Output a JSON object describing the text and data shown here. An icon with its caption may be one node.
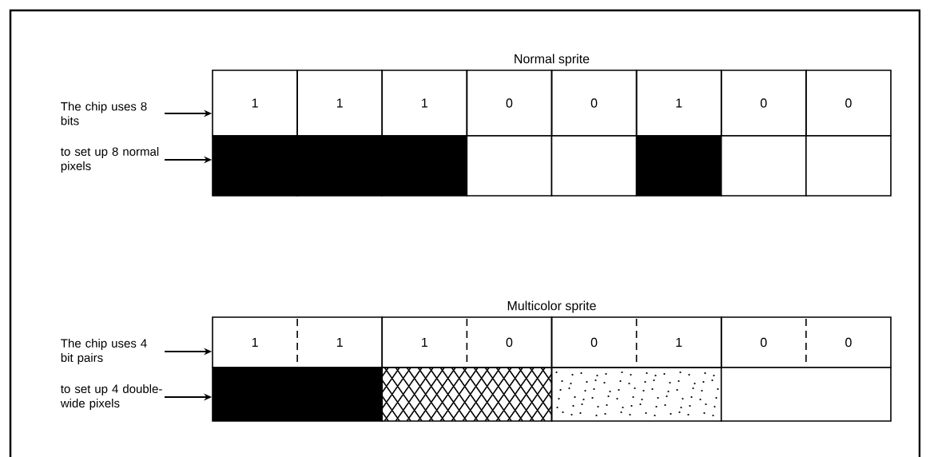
{
  "diagram": {
    "nodes": [
      {
        "text": [
          "The chip uses 8 bits"
        ]
      },
      {
        "text": [
          "1"
        ]
      },
      {
        "text": [
          "1"
        ]
      },
      {
        "text": [
          "1"
        ]
      },
      {
        "text": [
          "0"
        ]
      },
      {
        "text": [
          "0"
        ]
      },
      {
        "text": [
          "1"
        ]
      },
      {
        "text": [
          "0"
        ]
      },
      {
        "text": [
          "0"
        ]
      },
      {
        "text": [
          "to set up 8 normal pixels"
        ]
      },
      {
        "text": [],
        "shape": "box"
      },
      {
        "text": [],
        "shape": "box"
      },
      {
        "text": [],
        "shape": "box"
      },
      {
        "text": [],
        "shape": "box"
      },
      {
        "text": [],
        "shape": "box"
      },
      {
        "text": [],
        "shape": "box"
      },
      {
        "text": [],
        "shape": "box"
      },
      {
        "text": [],
        "shape": "box"
      },
      {
        "text": [
          "The chip uses 4 bit pairs"
        ]
      },
      {
        "text": [
          "1",
          "1"
        ]
      },
      {
        "text": [
          "1",
          "0"
        ]
      },
      {
        "text": [
          "0",
          "1"
        ]
      },
      {
        "text": [
          "0",
          "0"
        ]
      },
      {
        "text": [
          "to set up 4 double-wide pixels"
        ]
      },
      {
        "text": [],
        "shape": "box"
      },
      {
        "text": [],
        "shape": "box"
      },
      {
        "text": [],
        "shape": "box"
      },
      {
        "text": [],
        "shape": "box"
      }
    ],
    "edges": [
      {
        "from": 0,
        "to": 1,
        "arrow": "to"
      },
      {
        "from": 9,
        "to": 10,
        "arrow": "to"
      },
      {
        "from": 18,
        "to": 19,
        "arrow": "to"
      },
      {
        "from": 23,
        "to": 24,
        "arrow": "to"
      }
    ],
    "labels": [
      "Normal sprite",
      "Multicolor sprite"
    ]
  }
}
